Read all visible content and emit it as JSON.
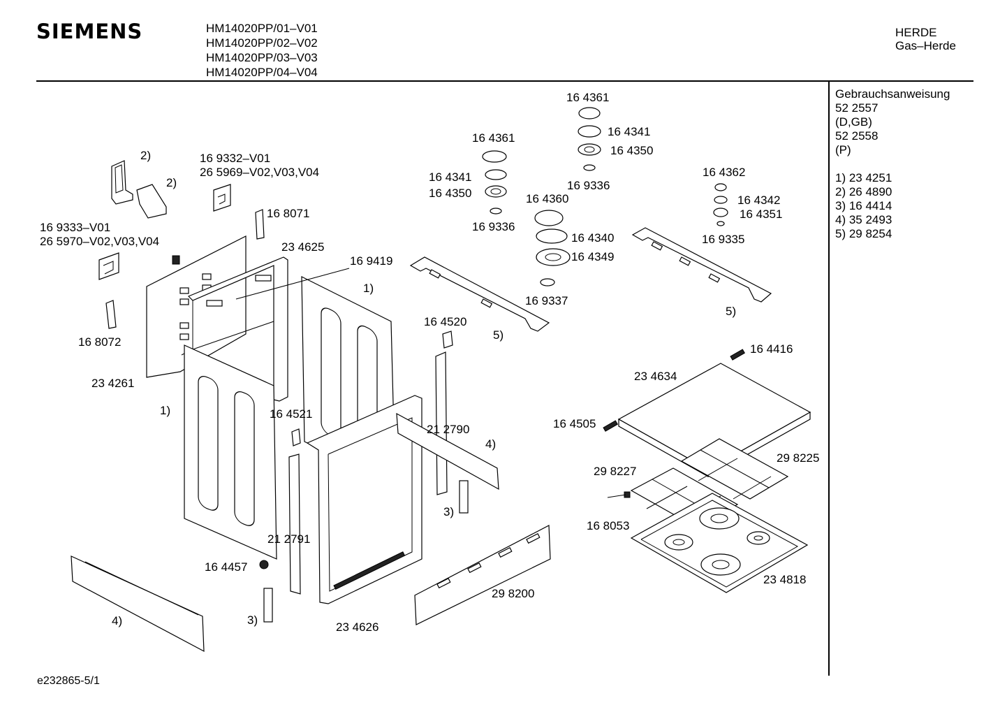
{
  "header": {
    "brand": "SIEMENS",
    "models": [
      "HM14020PP/01–V01",
      "HM14020PP/02–V02",
      "HM14020PP/03–V03",
      "HM14020PP/04–V04"
    ],
    "category": [
      "HERDE",
      "Gas–Herde"
    ]
  },
  "sidebar": {
    "lines": [
      "Gebrauchsanweisung",
      "52 2557",
      "(D,GB)",
      "52 2558",
      "(P)",
      "",
      "1) 23 4251",
      "2) 26 4890",
      "3) 16 4414",
      "4) 35 2493",
      "5) 29 8254"
    ]
  },
  "labels": [
    "2)",
    "2)",
    "16 9332–V01",
    "26 5969–V02,V03,V04",
    "16 8071",
    "16 9333–V01",
    "26 5970–V02,V03,V04",
    "23 4625",
    "16 9419",
    "1)",
    "16 8072",
    "23 4261",
    "1)",
    "16 4521",
    "16 4520",
    "21 2790",
    "4)",
    "3)",
    "21 2791",
    "16 4457",
    "3)",
    "4)",
    "23 4626",
    "29 8200",
    "16 4361",
    "16 4341",
    "16 4350",
    "16 9336",
    "16 4361",
    "16 4341",
    "16 4350",
    "16 9336",
    "16 4360",
    "16 4340",
    "16 4349",
    "16 9337",
    "5)",
    "16 4362",
    "16 4342",
    "16 4351",
    "16 9335",
    "5)",
    "16 4416",
    "23 4634",
    "16 4505",
    "29 8227",
    "29 8225",
    "16 8053",
    "23 4818"
  ],
  "footer": {
    "code": "e232865-5/1"
  }
}
